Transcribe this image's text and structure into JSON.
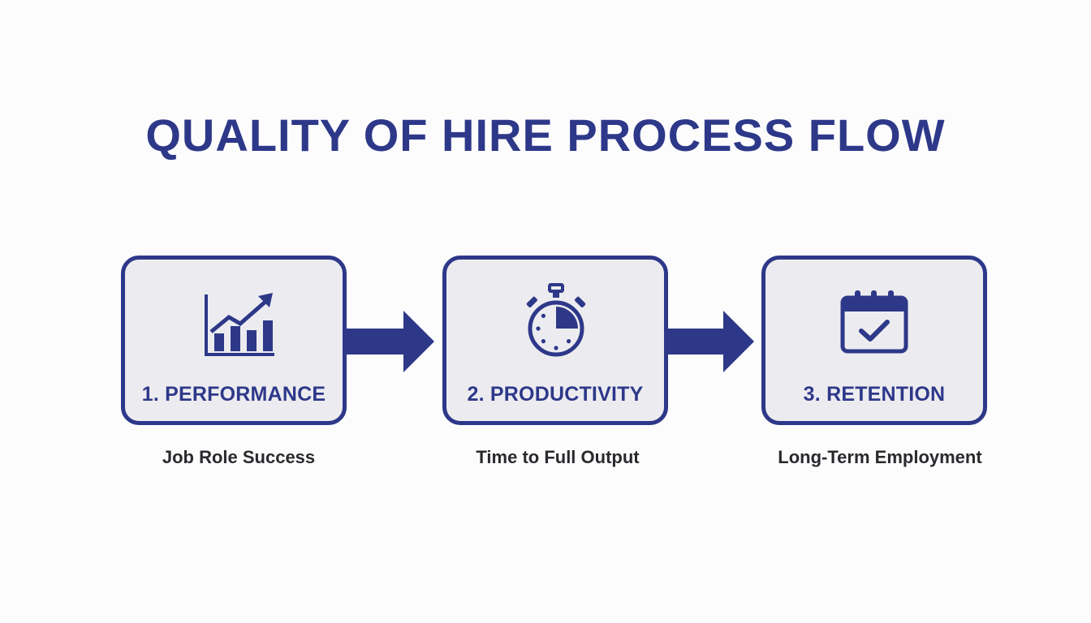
{
  "title": "QUALITY OF HIRE PROCESS FLOW",
  "colors": {
    "primary": "#2e3889",
    "box_fill": "#ececf0",
    "caption_text": "#2a2a2e",
    "background": "#fcfcfd"
  },
  "steps": [
    {
      "label": "1. PERFORMANCE",
      "caption": "Job Role Success",
      "icon": "bar-chart-trend-icon"
    },
    {
      "label": "2. PRODUCTIVITY",
      "caption": "Time to Full Output",
      "icon": "stopwatch-icon"
    },
    {
      "label": "3. RETENTION",
      "caption": "Long-Term Employment",
      "icon": "calendar-check-icon"
    }
  ]
}
